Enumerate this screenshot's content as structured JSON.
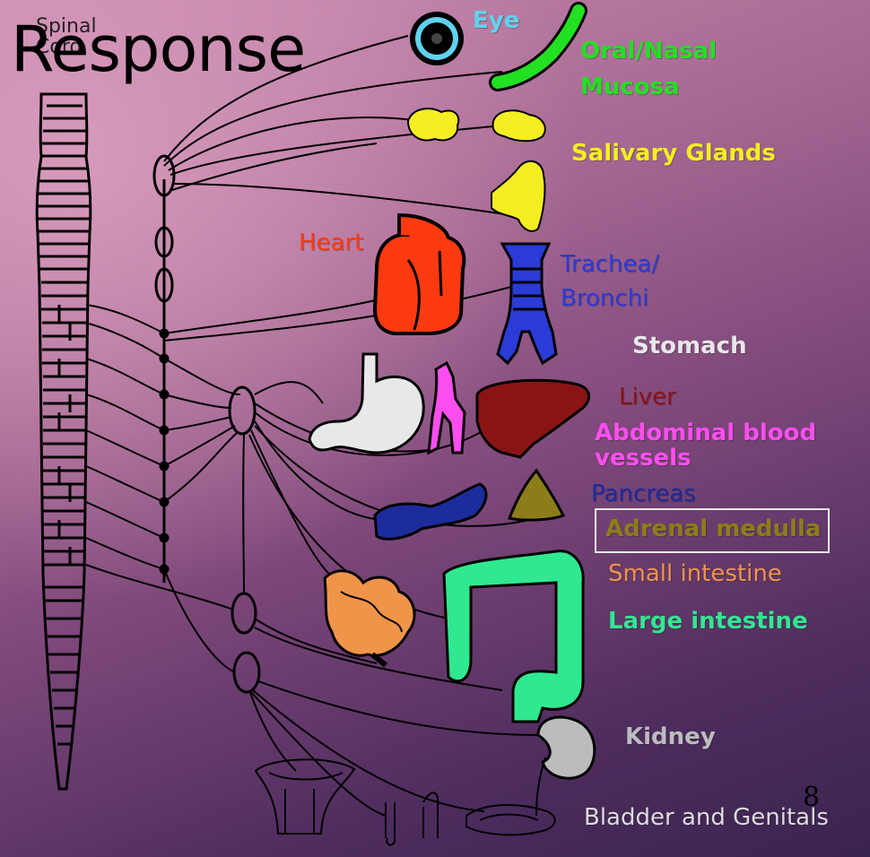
{
  "slide": {
    "title": "Response",
    "page_number": "8"
  },
  "spinal_cord_label": [
    "Spinal",
    "Cord"
  ],
  "labels": {
    "eye": "Eye",
    "oral_nasal_1": "Oral/Nasal",
    "oral_nasal_2": "Mucosa",
    "salivary": "Salivary Glands",
    "heart": "Heart",
    "trachea_1": "Trachea/",
    "trachea_2": "Bronchi",
    "stomach": "Stomach",
    "liver": "Liver",
    "abdominal_1": "Abdominal blood",
    "abdominal_2": "vessels",
    "pancreas": "Pancreas",
    "adrenal": "Adrenal medulla",
    "small_intestine": "Small intestine",
    "large_intestine": "Large intestine",
    "kidney": "Kidney",
    "bladder": "Bladder and Genitals"
  },
  "colors": {
    "eye": "#5fd3ee",
    "oral_nasal": "#22e022",
    "salivary": "#f4ee22",
    "heart": "#ff3a10",
    "trachea": "#2a3bd8",
    "stomach": "#e8e8e8",
    "liver": "#8a1414",
    "abdominal": "#ff4ef0",
    "pancreas": "#1c2c9c",
    "adrenal": "#8c7d1a",
    "small_intestine": "#f0944a",
    "large_intestine": "#30e890",
    "kidney": "#bcbcbc",
    "bladder": "#dcdcdc"
  }
}
